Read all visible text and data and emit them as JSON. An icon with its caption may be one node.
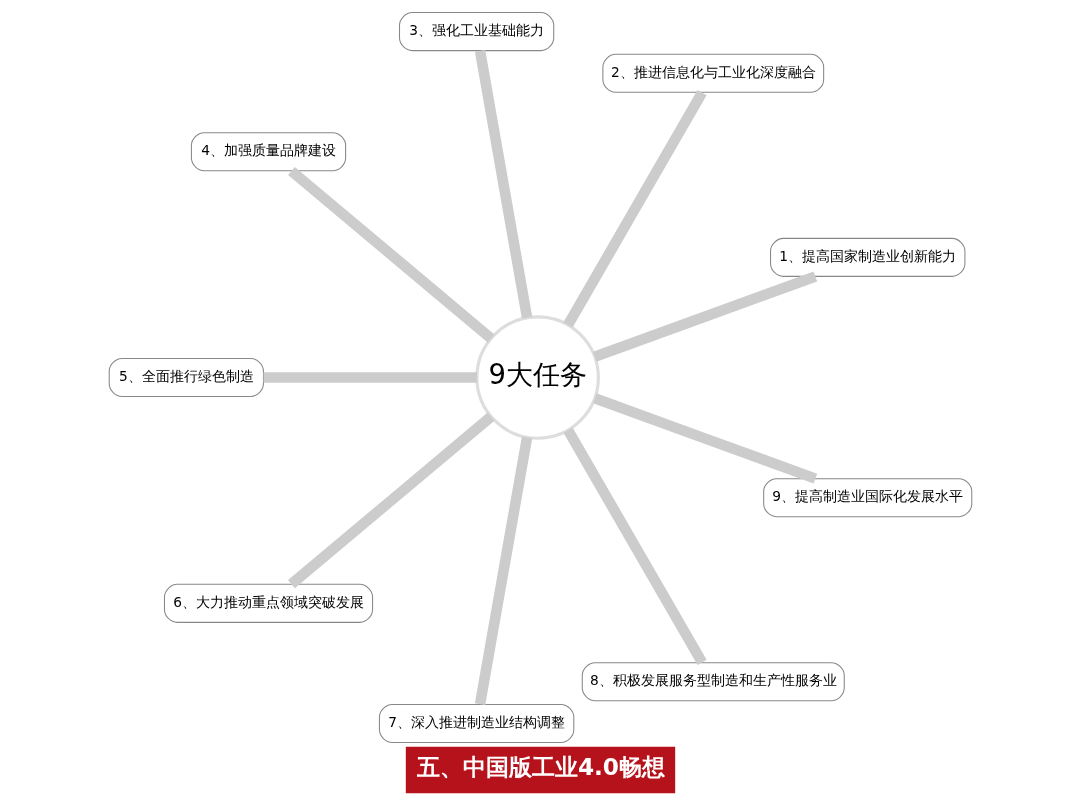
{
  "diagram": {
    "title": "五、中国版工业4.0畅想",
    "nodes": [
      {
        "text": [
          "9大任务"
        ]
      },
      {
        "text": [
          "1、提高国家制造业创新能力"
        ]
      },
      {
        "text": [
          "2、推进信息化与工业化深度融合"
        ]
      },
      {
        "text": [
          "3、强化工业基础能力"
        ]
      },
      {
        "text": [
          "4、加强质量品牌建设"
        ]
      },
      {
        "text": [
          "5、全面推行绿色制造"
        ]
      },
      {
        "text": [
          "6、大力推动重点领域突破发展"
        ]
      },
      {
        "text": [
          "7、深入推进制造业结构调整"
        ]
      },
      {
        "text": [
          "8、积极发展服务型制造和生产性服务业"
        ]
      },
      {
        "text": [
          "9、提高制造业国际化发展水平"
        ]
      }
    ],
    "edges": [
      {
        "from": 0,
        "to": 1,
        "arrow": "none"
      },
      {
        "from": 0,
        "to": 2,
        "arrow": "none"
      },
      {
        "from": 0,
        "to": 3,
        "arrow": "none"
      },
      {
        "from": 0,
        "to": 4,
        "arrow": "none"
      },
      {
        "from": 0,
        "to": 5,
        "arrow": "none"
      },
      {
        "from": 0,
        "to": 6,
        "arrow": "none"
      },
      {
        "from": 0,
        "to": 7,
        "arrow": "none"
      },
      {
        "from": 0,
        "to": 8,
        "arrow": "none"
      },
      {
        "from": 0,
        "to": 9,
        "arrow": "none"
      }
    ]
  }
}
